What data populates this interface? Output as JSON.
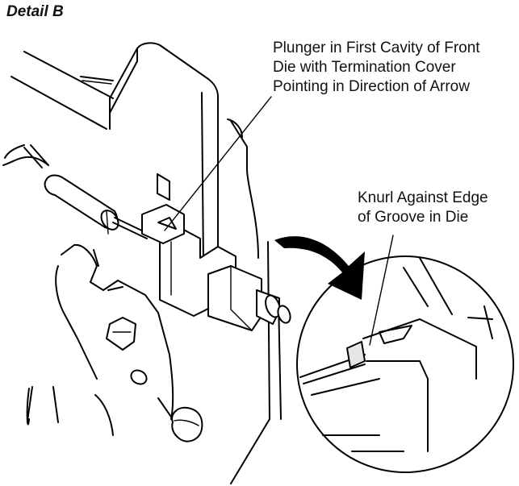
{
  "figure": {
    "title": "Detail B",
    "callouts": [
      {
        "id": "plunger",
        "lines": [
          "Plunger in First Cavity of Front",
          "Die with Termination Cover",
          "Pointing in Direction of Arrow"
        ]
      },
      {
        "id": "knurl",
        "lines": [
          "Knurl Against Edge",
          "of Groove in Die"
        ]
      }
    ],
    "colors": {
      "ink": "#000000",
      "background": "#ffffff",
      "plunger_tip": "#e6e6e6"
    }
  }
}
